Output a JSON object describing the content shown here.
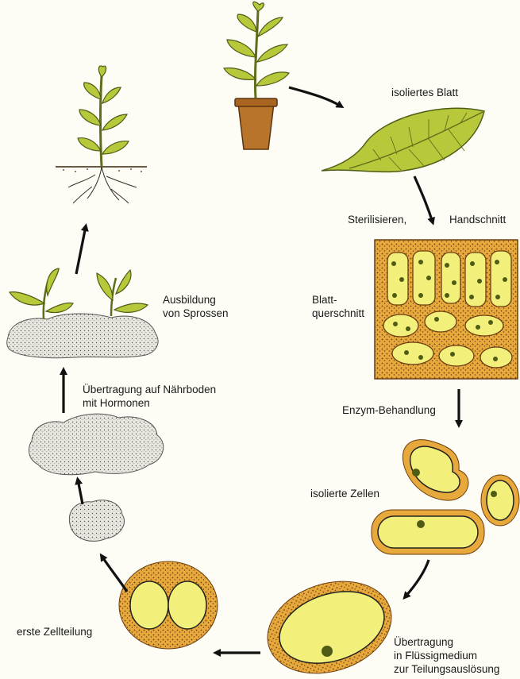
{
  "labels": {
    "isolated_leaf": "isoliertes Blatt",
    "sterilize": "Sterilisieren,",
    "hand_cut": "Handschnitt",
    "cross_section_1": "Blatt-",
    "cross_section_2": "querschnitt",
    "enzyme": "Enzym-Behandlung",
    "isolated_cells": "isolierte Zellen",
    "transfer_1": "Übertragung",
    "transfer_2": "in Flüssigmedium",
    "transfer_3": "zur Teilungsauslösung",
    "first_division": "erste Zellteilung",
    "nutrient_1": "Übertragung auf Nährboden",
    "nutrient_2": "mit Hormonen",
    "shoots_1": "Ausbildung",
    "shoots_2": "von Sprossen"
  },
  "colors": {
    "leaf": "#b7c83a",
    "leaf_dark": "#5f6e1c",
    "pot": "#b8742a",
    "tissue": "#e7a93c",
    "cell": "#f2f07a",
    "callus": "#e9e6df",
    "arrow": "#111111"
  }
}
